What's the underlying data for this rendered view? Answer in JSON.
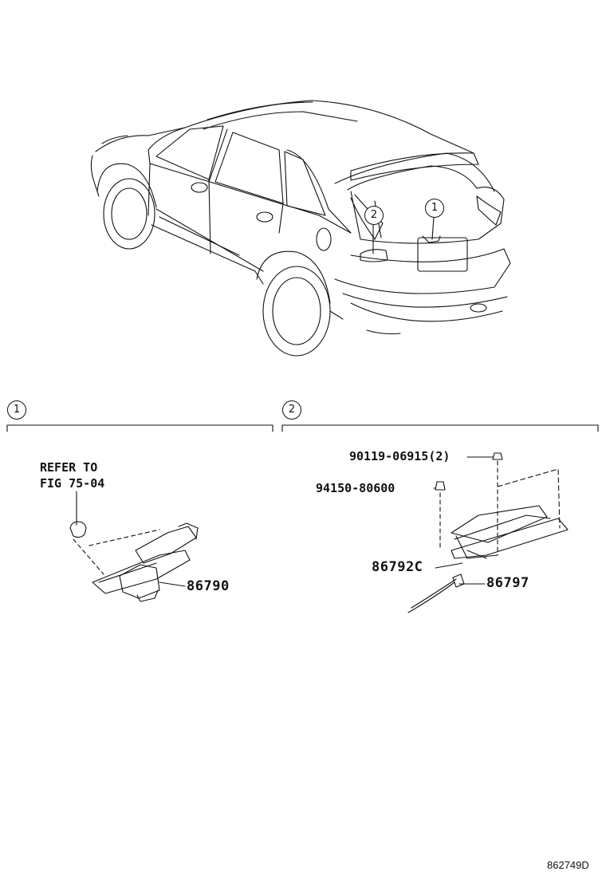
{
  "callouts": {
    "one": "1",
    "two": "2"
  },
  "section_left": {
    "marker": "1",
    "note_line1": "REFER TO",
    "note_line2": "FIG 75-04",
    "part_camera": "86790"
  },
  "section_right": {
    "marker": "2",
    "part_bolt": "90119-06915(2)",
    "part_nut": "94150-80600",
    "part_bracket": "86792C",
    "part_wire": "86797"
  },
  "diagram_code": "862749D"
}
